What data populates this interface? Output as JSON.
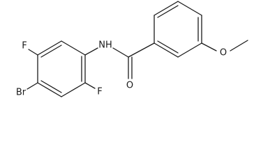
{
  "atoms": {
    "nh": "NH",
    "f_top": "F",
    "f_bottom": "F",
    "br": "Br",
    "o_carbonyl": "O",
    "o_ether": "O"
  }
}
